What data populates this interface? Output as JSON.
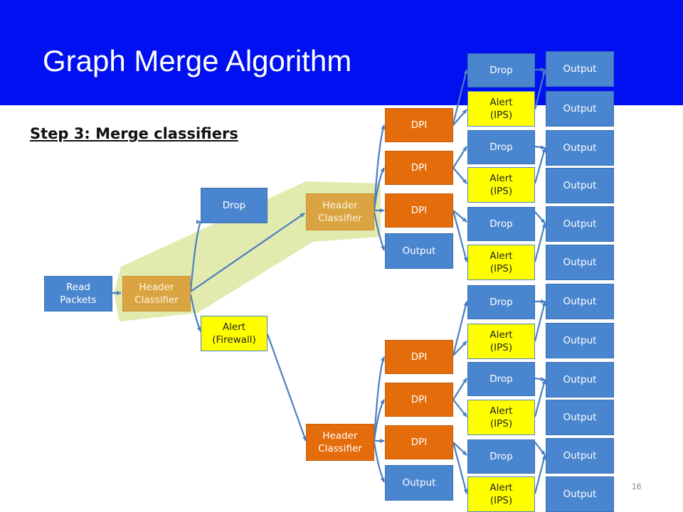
{
  "title": "Graph Merge Algorithm",
  "subtitle": "Step 3: Merge classifiers",
  "page_number": "16",
  "colors": {
    "banner": "#0010f0",
    "blue_node": "#4a86d0",
    "orange_node": "#e46c0a",
    "merged_classifier": "#d9a441",
    "alert_node": "#ffff00",
    "edge": "#4a7fc0",
    "merge_highlight": "#dde6a0"
  },
  "nodes": {
    "read_packets": "Read\nPackets",
    "hc1": "Header\nClassifier",
    "drop_fw": "Drop",
    "alert_fw": "Alert\n(Firewall)",
    "hc2": "Header\nClassifier",
    "hc3": "Header\nClassifier",
    "dpi_u1": "DPI",
    "dpi_u2": "DPI",
    "dpi_u3": "DPI",
    "out_u": "Output",
    "dpi_l1": "DPI",
    "dpi_l2": "DPI",
    "dpi_l3": "DPI",
    "out_l": "Output",
    "drop_1": "Drop",
    "alert_1": "Alert\n(IPS)",
    "drop_2": "Drop",
    "alert_2": "Alert\n(IPS)",
    "drop_3": "Drop",
    "alert_3": "Alert\n(IPS)",
    "drop_4": "Drop",
    "alert_4": "Alert\n(IPS)",
    "drop_5": "Drop",
    "alert_5": "Alert\n(IPS)",
    "drop_6": "Drop",
    "alert_6": "Alert\n(IPS)",
    "out_1": "Output",
    "out_2": "Output",
    "out_3": "Output",
    "out_4": "Output",
    "out_5": "Output",
    "out_6": "Output",
    "out_7": "Output",
    "out_8": "Output",
    "out_9": "Output",
    "out_10": "Output",
    "out_11": "Output",
    "out_12": "Output"
  }
}
